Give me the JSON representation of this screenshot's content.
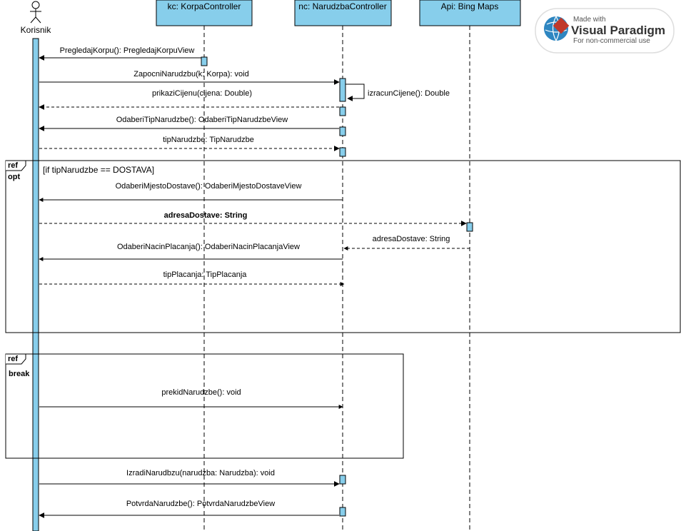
{
  "actor": {
    "name": "Korisnik"
  },
  "lifelines": [
    {
      "id": "kc",
      "label": "kc: KorpaController"
    },
    {
      "id": "nc",
      "label": "nc: NarudzbaController"
    },
    {
      "id": "api",
      "label": "Api: Bing Maps"
    }
  ],
  "watermark": {
    "line1": "Made with",
    "line2": "Visual Paradigm",
    "line3": "For non-commercial use"
  },
  "messages": [
    {
      "id": "m1",
      "label": "PregledajKorpu(): PregledajKorpuView",
      "from": "kc",
      "to": "actor",
      "dashed": false,
      "bold": false
    },
    {
      "id": "m2",
      "label": "ZapocniNarudzbu(k: Korpa): void",
      "from": "actor",
      "to": "nc",
      "dashed": false,
      "bold": false
    },
    {
      "id": "m3",
      "label": "izracunCijene(): Double",
      "from": "nc",
      "to": "nc",
      "dashed": false,
      "bold": false
    },
    {
      "id": "m4",
      "label": "prikaziCijenu(cijena: Double)",
      "from": "nc",
      "to": "actor",
      "dashed": true,
      "bold": false
    },
    {
      "id": "m5",
      "label": "OdaberiTipNarudzbe(): OdaberiTipNarudzbeView",
      "from": "nc",
      "to": "actor",
      "dashed": false,
      "bold": false
    },
    {
      "id": "m6",
      "label": "tipNarudzbe: TipNarudzbe",
      "from": "actor",
      "to": "nc",
      "dashed": true,
      "bold": false
    },
    {
      "id": "m7",
      "label": "OdaberiMjestoDostave(): OdaberiMjestoDostaveView",
      "from": "nc",
      "to": "actor",
      "dashed": false,
      "bold": false
    },
    {
      "id": "m8",
      "label": "adresaDostave: String",
      "from": "actor",
      "to": "api",
      "dashed": true,
      "bold": true
    },
    {
      "id": "m9",
      "label": "adresaDostave: String",
      "from": "api",
      "to": "nc",
      "dashed": true,
      "bold": false
    },
    {
      "id": "m10",
      "label": "OdaberiNacinPlacanja(): OdaberiNacinPlacanjaView",
      "from": "nc",
      "to": "actor",
      "dashed": false,
      "bold": false
    },
    {
      "id": "m11",
      "label": "tipPlacanja: TipPlacanja",
      "from": "actor",
      "to": "nc",
      "dashed": true,
      "bold": false
    },
    {
      "id": "m12",
      "label": "prekidNarudzbe(): void",
      "from": "actor",
      "to": "nc",
      "dashed": false,
      "bold": false
    },
    {
      "id": "m13",
      "label": "IzradiNarudbzu(narudzba: Narudzba): void",
      "from": "actor",
      "to": "nc",
      "dashed": false,
      "bold": false
    },
    {
      "id": "m14",
      "label": "PotvrdaNarudzbe(): PotvrdaNarudzbeView",
      "from": "nc",
      "to": "actor",
      "dashed": false,
      "bold": false
    }
  ],
  "fragments": [
    {
      "id": "f1",
      "tag": "ref",
      "operator": "opt",
      "guard": "[if tipNarudzbe == DOSTAVA]"
    },
    {
      "id": "f2",
      "tag": "ref",
      "operator": "break",
      "guard": ""
    }
  ],
  "colors": {
    "lifeline_head": "#87CEEB",
    "activation": "#87CEEB",
    "line": "#000000",
    "watermark_red": "#C0392B",
    "watermark_blue": "#2E86C1"
  }
}
